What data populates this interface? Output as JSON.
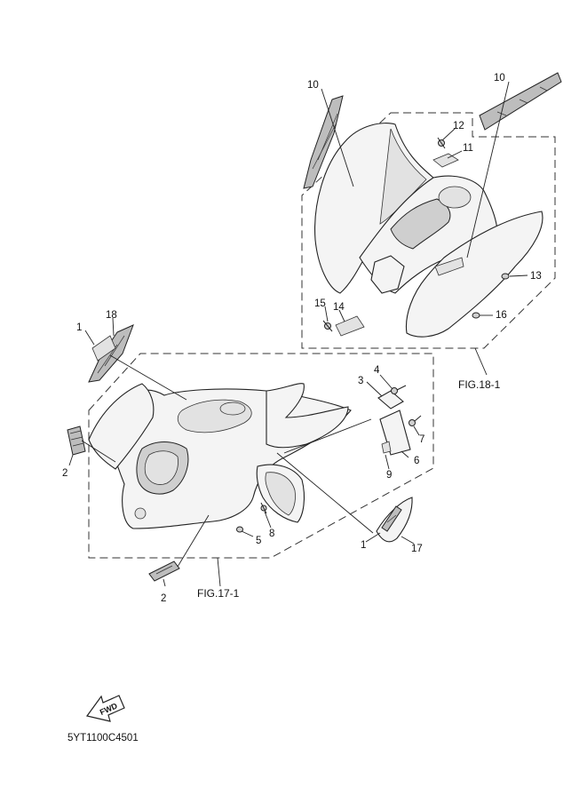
{
  "callouts": {
    "c1a": "1",
    "c1b": "1",
    "c2a": "2",
    "c2b": "2",
    "c3": "3",
    "c4": "4",
    "c5": "5",
    "c6": "6",
    "c7": "7",
    "c8": "8",
    "c9": "9",
    "c10a": "10",
    "c10b": "10",
    "c11": "11",
    "c12": "12",
    "c13": "13",
    "c14": "14",
    "c15": "15",
    "c16": "16",
    "c17": "17",
    "c18": "18"
  },
  "fig_labels": {
    "fig17": "FIG.17-1",
    "fig18": "FIG.18-1"
  },
  "fwd_label": "FWD",
  "diagram_code": "5YT1100C4501"
}
